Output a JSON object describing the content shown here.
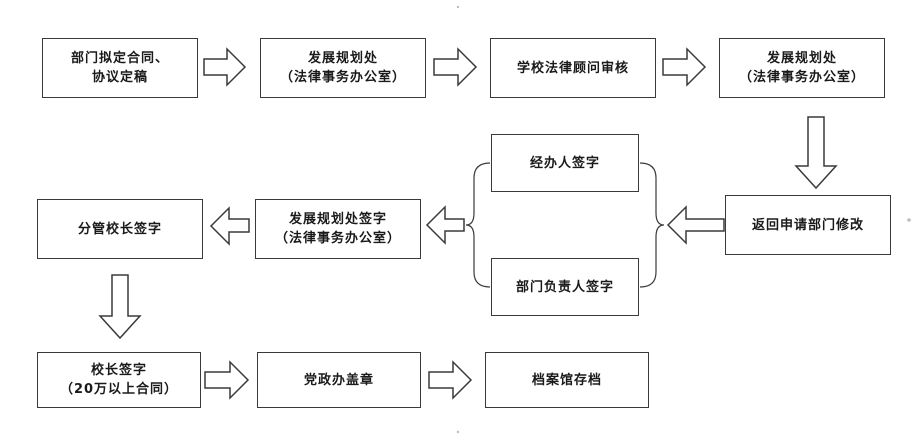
{
  "flowchart": {
    "nodes": {
      "draft": {
        "line1": "部门拟定合同、",
        "line2": "协议定稿"
      },
      "dev_office_1": {
        "line1": "发展规划处",
        "line2": "（法律事务办公室）"
      },
      "legal_review": {
        "line1": "学校法律顾问审核"
      },
      "dev_office_2": {
        "line1": "发展规划处",
        "line2": "（法律事务办公室）"
      },
      "return_revise": {
        "line1": "返回申请部门修改"
      },
      "handler_sign": {
        "line1": "经办人签字"
      },
      "dept_head_sign": {
        "line1": "部门负责人签字"
      },
      "dev_office_sign": {
        "line1": "发展规划处签字",
        "line2": "（法律事务办公室）"
      },
      "vp_sign": {
        "line1": "分管校长签字"
      },
      "president_sign": {
        "line1": "校长签字",
        "line2": "（20万以上合同）"
      },
      "party_seal": {
        "line1": "党政办盖章"
      },
      "archive": {
        "line1": "档案馆存档"
      }
    }
  }
}
